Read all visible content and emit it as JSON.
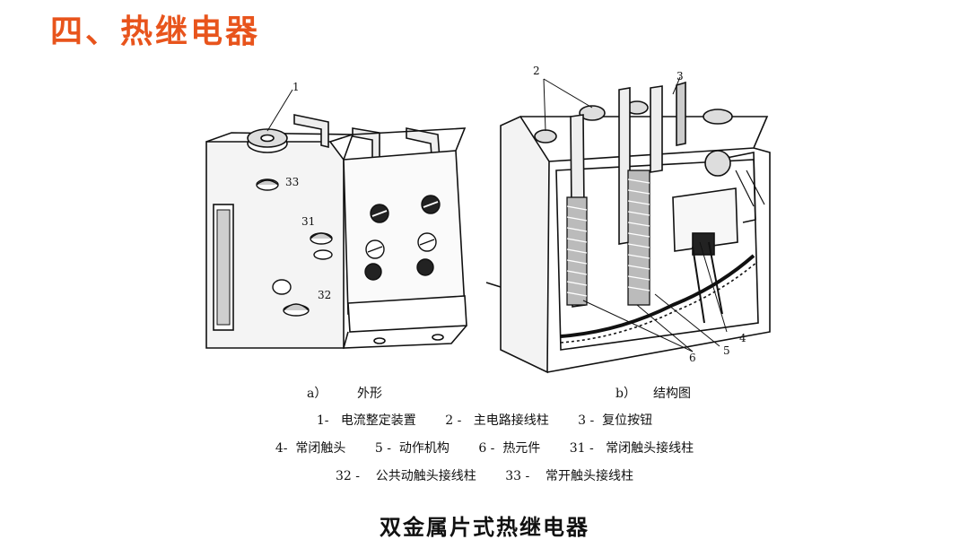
{
  "slide_title": "四、热继电器",
  "figure_a": {
    "caption_letter": "a）",
    "caption_text": "外形",
    "callouts": [
      "1",
      "33",
      "31",
      "32"
    ]
  },
  "figure_b": {
    "caption_letter": "b）",
    "caption_text": "结构图",
    "callouts": [
      "2",
      "3",
      "4",
      "5",
      "6"
    ]
  },
  "legend": {
    "line1": [
      {
        "num": "1-",
        "text": "电流整定装置"
      },
      {
        "num": "2 -",
        "text": "主电路接线柱"
      },
      {
        "num": "3 -",
        "text": "复位按钮"
      }
    ],
    "line2": [
      {
        "num": "4-",
        "text": "常闭触头"
      },
      {
        "num": "5 -",
        "text": "动作机构"
      },
      {
        "num": "6 -",
        "text": "热元件"
      },
      {
        "num": "31 -",
        "text": "常闭触头接线柱"
      }
    ],
    "line3": [
      {
        "num": "32 -",
        "text": "公共动触头接线柱"
      },
      {
        "num": "33 -",
        "text": "常开触头接线柱"
      }
    ]
  },
  "bottom_title": "双金属片式热继电器"
}
